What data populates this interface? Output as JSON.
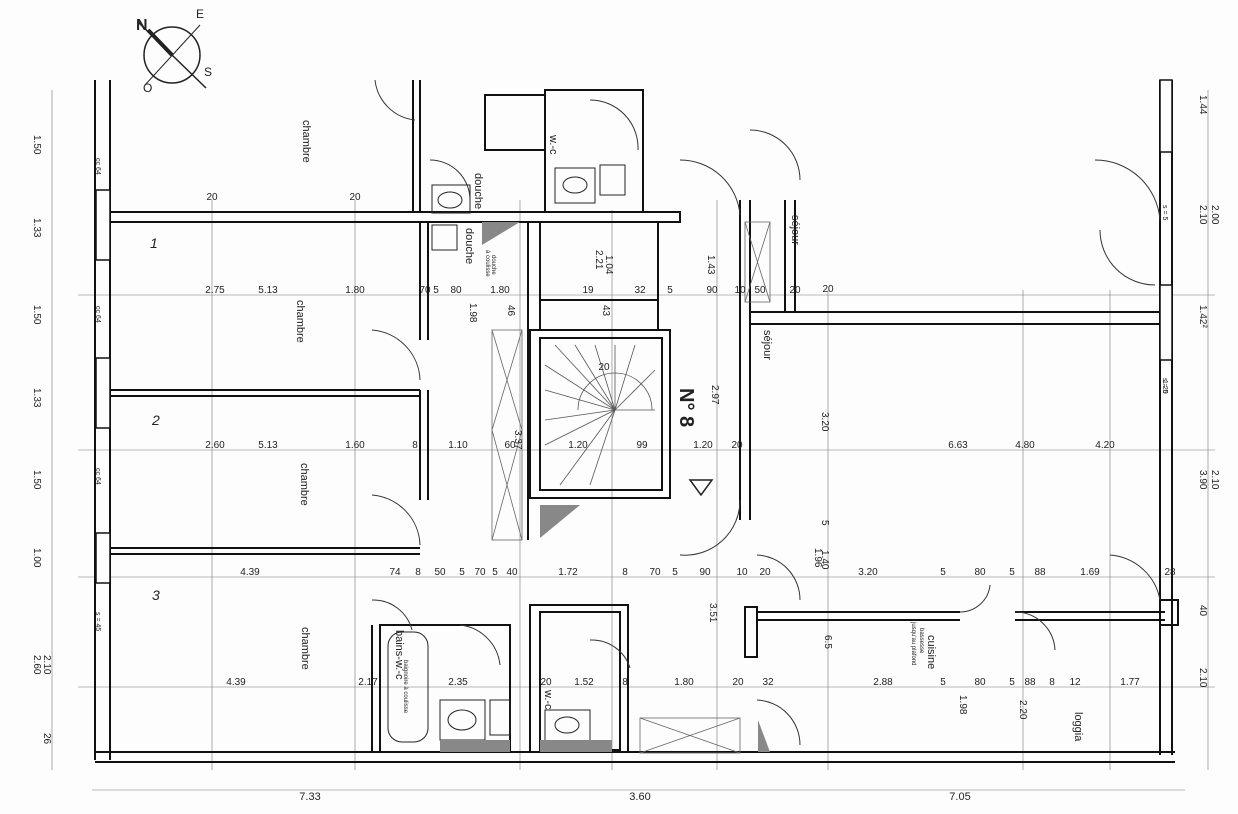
{
  "compass": {
    "north": "N",
    "east": "E",
    "south": "S",
    "west": "O"
  },
  "unit_label": "N° 8",
  "rooms": {
    "chambre_1": "chambre",
    "chambre_2": "chambre",
    "chambre_3": "chambre",
    "chambre_4": "chambre",
    "douche_1": "douche",
    "douche_2": "douche",
    "wc_1": "w.-c",
    "wc_2": "w.-c",
    "bains_wc": "bains-w.-c",
    "sejour_1": "séjour",
    "sejour_2": "séjour",
    "cuisine": "cuisine",
    "loggia": "loggia"
  },
  "notes": {
    "cuisine_sub": "bassesse",
    "cuisine_sub2": "jusqu'au plafond",
    "douche_note1": "douche",
    "douche_note2": "à coulisse",
    "bains_note": "baignoire à coulisse"
  },
  "handwritten": [
    "1",
    "2",
    "3"
  ],
  "bottom_dims": [
    "7.33",
    "3.60",
    "7.05"
  ],
  "left_dims": [
    "1.50",
    "1.33",
    "1.50",
    "1.33",
    "1.50",
    "1.00",
    "2.60",
    "2.10",
    "26"
  ],
  "right_dims": [
    "1.44",
    "2.10",
    "2.00",
    "1.42²",
    "3.90",
    "2.10",
    "40",
    "2.10"
  ],
  "row_dims": {
    "r1": [
      "5.13",
      "2.75",
      "1.80",
      "70",
      "5",
      "80",
      "1.80",
      "19",
      "32",
      "5",
      "90",
      "10",
      "50",
      "20"
    ],
    "r2": [
      "5.13",
      "2.60",
      "1.60",
      "8",
      "1.10",
      "60",
      "1.20",
      "99",
      "1.20",
      "20",
      "6.63",
      "4.80",
      "4.20"
    ],
    "r3": [
      "4.39",
      "74",
      "8",
      "50",
      "5",
      "70",
      "5",
      "40",
      "1.72",
      "8",
      "70",
      "5",
      "90",
      "10",
      "20",
      "3.20",
      "5",
      "80",
      "5",
      "88",
      "1.69",
      "28"
    ],
    "r4": [
      "4.39",
      "2.17",
      "2.35",
      "20",
      "1.52",
      "8",
      "1.80",
      "20",
      "32",
      "2.88",
      "5",
      "80",
      "5",
      "88",
      "8",
      "12",
      "1.77"
    ]
  },
  "misc_dims": [
    "3.37",
    "2.97",
    "3.20",
    "1.40",
    "1.96",
    "1.98",
    "1.43",
    "2.21",
    "1.04",
    "46",
    "43",
    "3.51",
    "1.98",
    "2.20",
    "6.5",
    "5"
  ],
  "misc_dims2": [
    "cc 64",
    "cc 64",
    "cc 64",
    "s = 45",
    "s = 5",
    "s = 5",
    "1.20",
    "20",
    "20",
    "20",
    "20"
  ]
}
